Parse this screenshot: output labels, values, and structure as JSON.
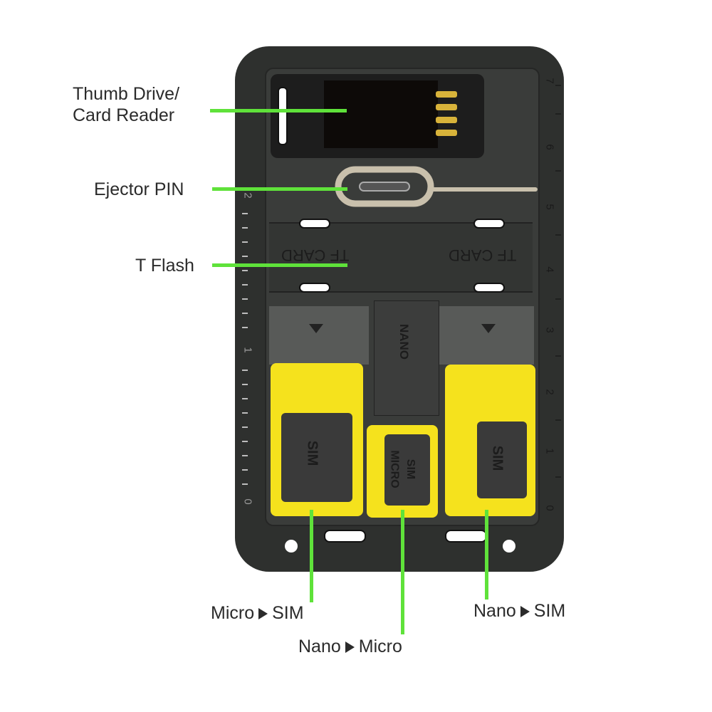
{
  "labels": {
    "thumb_drive_line1": "Thumb Drive/",
    "thumb_drive_line2": "Card Reader",
    "ejector_pin": "Ejector PIN",
    "t_flash": "T Flash",
    "micro_sim": {
      "from": "Micro",
      "to": "SIM"
    },
    "nano_micro": {
      "from": "Nano",
      "to": "Micro"
    },
    "nano_sim": {
      "from": "Nano",
      "to": "SIM"
    }
  },
  "card_markings": {
    "tf_card_left": "TF CARD",
    "tf_card_right": "TF CARD",
    "nano": "NANO",
    "sim_left": "SIM",
    "micro_sim_line1": "MICRO",
    "micro_sim_line2": "SIM",
    "sim_right": "SIM"
  },
  "ruler_right": [
    "7",
    "6",
    "5",
    "4",
    "3",
    "2",
    "1",
    "0"
  ],
  "ruler_left": [
    "2",
    "1",
    "0"
  ],
  "colors": {
    "callout_line": "#5fe23a",
    "adapter_yellow": "#f5e21d",
    "card_body": "#2e302e"
  }
}
